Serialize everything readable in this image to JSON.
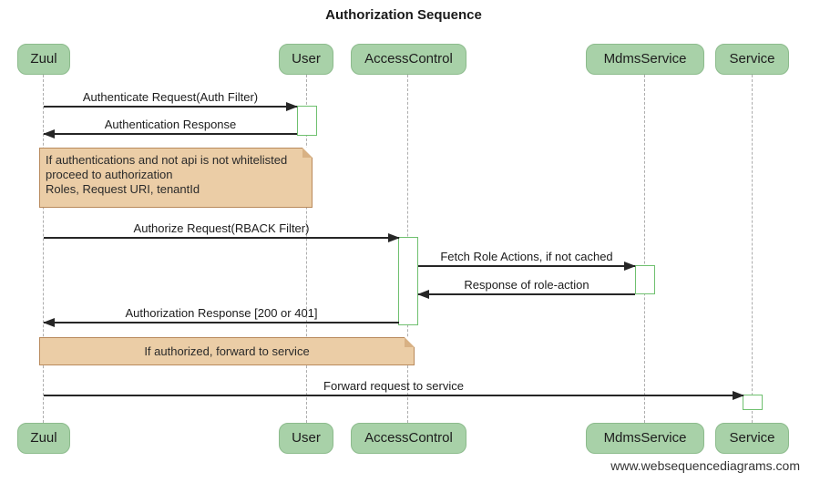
{
  "title": "Authorization Sequence",
  "watermark": "www.websequencediagrams.com",
  "diagram_type": "sequence-diagram",
  "actors": [
    {
      "id": "zuul",
      "label": "Zuul"
    },
    {
      "id": "user",
      "label": "User"
    },
    {
      "id": "accesscontrol",
      "label": "AccessControl"
    },
    {
      "id": "mdmsservice",
      "label": "MdmsService"
    },
    {
      "id": "service",
      "label": "Service"
    }
  ],
  "messages": [
    {
      "from": "Zuul",
      "to": "User",
      "label": "Authenticate Request(Auth Filter)"
    },
    {
      "from": "User",
      "to": "Zuul",
      "label": "Authentication Response"
    },
    {
      "from": "Zuul",
      "to": "AccessControl",
      "label": "Authorize Request(RBACK Filter)"
    },
    {
      "from": "AccessControl",
      "to": "MdmsService",
      "label": "Fetch Role Actions, if not cached"
    },
    {
      "from": "MdmsService",
      "to": "AccessControl",
      "label": "Response of role-action"
    },
    {
      "from": "AccessControl",
      "to": "Zuul",
      "label": "Authorization Response [200 or 401]"
    },
    {
      "from": "Zuul",
      "to": "Service",
      "label": "Forward request to service"
    }
  ],
  "notes": [
    {
      "over": [
        "Zuul",
        "User"
      ],
      "lines": [
        "If authentications and not api is not whitelisted",
        " proceed to authorization",
        "Roles, Request URI, tenantId"
      ]
    },
    {
      "over": [
        "Zuul",
        "AccessControl"
      ],
      "lines": [
        "If authorized, forward to service"
      ]
    }
  ],
  "colors": {
    "actor_fill": "#a8d1a8",
    "actor_border": "#8cbb8c",
    "note_fill": "#ebcda6",
    "note_border": "#b98a5c",
    "activation_border": "#6fc06f",
    "lifeline": "#adadad",
    "arrow": "#262626",
    "background": "#ffffff"
  }
}
